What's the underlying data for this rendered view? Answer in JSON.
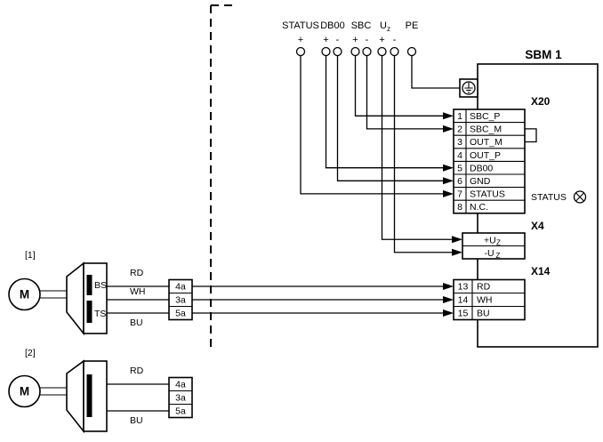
{
  "terminals": {
    "status": {
      "label": "STATUS",
      "plus": "+"
    },
    "db00": {
      "label": "DB00",
      "plus": "+",
      "minus": "-"
    },
    "sbc": {
      "label": "SBC",
      "plus": "+",
      "minus": "-"
    },
    "uz": {
      "label": "U",
      "label_sub": "z",
      "plus": "+",
      "minus": "-"
    },
    "pe": {
      "label": "PE"
    }
  },
  "sbm": {
    "title": "SBM 1",
    "x20_label": "X20",
    "x20_rows": [
      {
        "num": "1",
        "name": "SBC_P"
      },
      {
        "num": "2",
        "name": "SBC_M"
      },
      {
        "num": "3",
        "name": "OUT_M"
      },
      {
        "num": "4",
        "name": "OUT_P"
      },
      {
        "num": "5",
        "name": "DB00"
      },
      {
        "num": "6",
        "name": "GND"
      },
      {
        "num": "7",
        "name": "STATUS"
      },
      {
        "num": "8",
        "name": "N.C."
      }
    ],
    "status_led_label": "STATUS",
    "x4_label": "X4",
    "x4_rows": [
      {
        "name": "+U",
        "sub": "Z"
      },
      {
        "name": "-U",
        "sub": "Z"
      }
    ],
    "x14_label": "X14",
    "x14_rows": [
      {
        "num": "13",
        "name": "RD"
      },
      {
        "num": "14",
        "name": "WH"
      },
      {
        "num": "15",
        "name": "BU"
      }
    ]
  },
  "motor1": {
    "ref": "[1]",
    "label": "M",
    "contact_top": "BS",
    "contact_bottom": "TS",
    "wire_top": "RD",
    "wire_mid": "WH",
    "wire_bottom": "BU",
    "terminals": [
      "4a",
      "3a",
      "5a"
    ]
  },
  "motor2": {
    "ref": "[2]",
    "label": "M",
    "wire_top": "RD",
    "wire_bottom": "BU",
    "terminals": [
      "4a",
      "3a",
      "5a"
    ]
  }
}
